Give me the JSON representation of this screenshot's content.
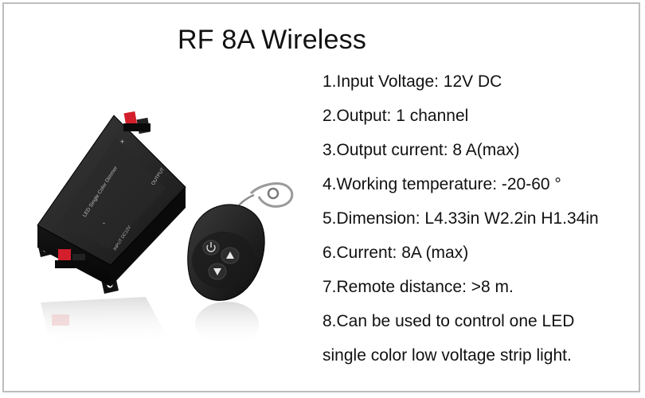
{
  "title": "RF 8A Wireless",
  "specs": [
    "1.Input Voltage: 12V DC",
    "2.Output: 1 channel",
    "3.Output current: 8 A(max)",
    "4.Working temperature: -20-60 °",
    "5.Dimension: L4.33in W2.2in H1.34in",
    "6.Current: 8A (max)",
    "7.Remote distance: >8 m.",
    "8.Can be used to control one LED",
    "single color low voltage strip light."
  ],
  "device": {
    "face_label": "LED Single Color Dimmer",
    "output_label": "OUTPUT",
    "input_label": "INPUT DC12V",
    "plus_label": "+",
    "minus_label": "-"
  },
  "colors": {
    "border": "#bdbdbd",
    "device_body": "#1c1c1c",
    "terminal_red": "#d21f2b"
  },
  "icons": [
    "power-icon",
    "arrow-up-icon",
    "arrow-down-icon"
  ]
}
